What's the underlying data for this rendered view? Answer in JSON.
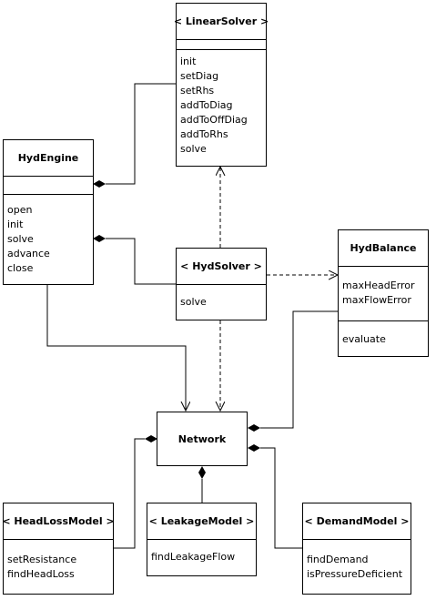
{
  "classes": {
    "linear_solver": {
      "name": "< LinearSolver >",
      "methods": [
        "init",
        "setDiag",
        "setRhs",
        "addToDiag",
        "addToOffDiag",
        "addToRhs",
        "solve"
      ]
    },
    "hyd_engine": {
      "name": "HydEngine",
      "methods": [
        "open",
        "init",
        "solve",
        "advance",
        "close"
      ]
    },
    "hyd_solver": {
      "name": "< HydSolver >",
      "methods": [
        "solve"
      ]
    },
    "hyd_balance": {
      "name": "HydBalance",
      "attributes": [
        "maxHeadError",
        "maxFlowError"
      ],
      "methods": [
        "evaluate"
      ]
    },
    "network": {
      "name": "Network"
    },
    "head_loss_model": {
      "name": "< HeadLossModel >",
      "methods": [
        "setResistance",
        "findHeadLoss"
      ]
    },
    "leakage_model": {
      "name": "< LeakageModel >",
      "methods": [
        "findLeakageFlow"
      ]
    },
    "demand_model": {
      "name": "< DemandModel >",
      "methods": [
        "findDemand",
        "isPressureDeficient"
      ]
    }
  }
}
